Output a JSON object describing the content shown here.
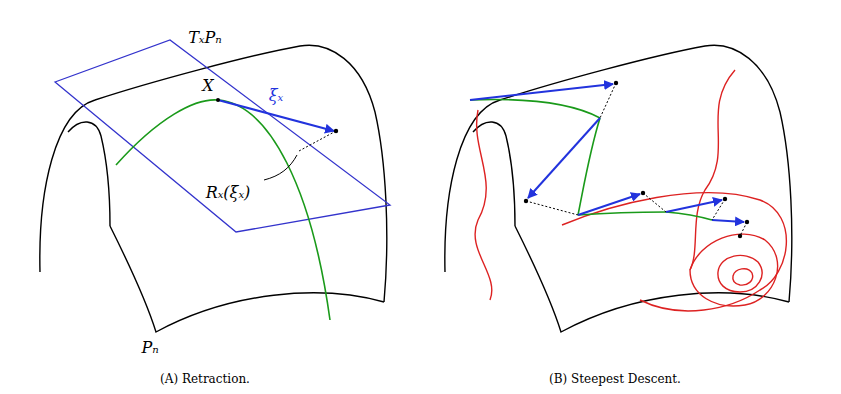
{
  "diagram": {
    "labels": [
      "TₓPₙ",
      "X",
      "ξₓ",
      "Rₓ(ξₓ)",
      "Pₙ",
      "(A) Retraction.",
      "(B) Steepest Descent."
    ]
  }
}
